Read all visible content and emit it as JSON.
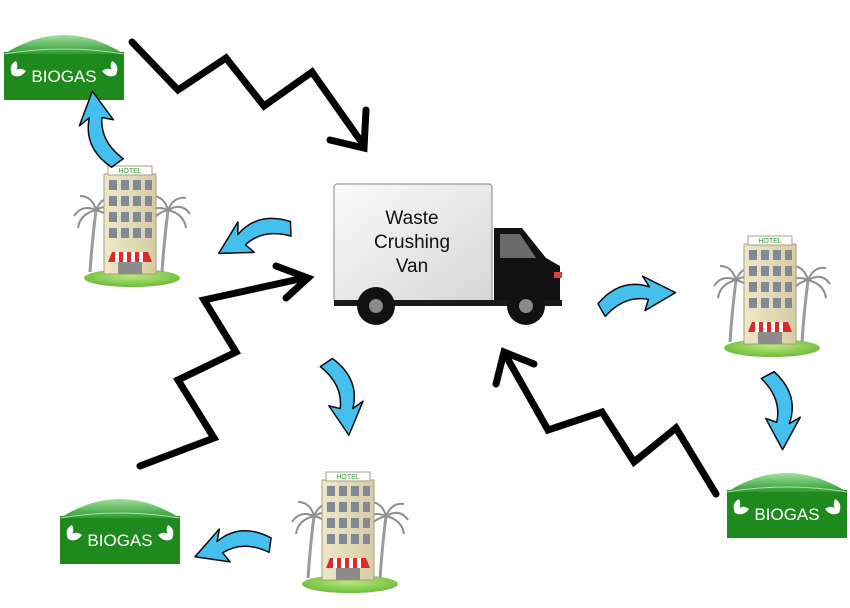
{
  "truck": {
    "label_lines": [
      "Waste",
      "Crushing",
      "Van"
    ]
  },
  "biogas": [
    {
      "label": "BIOGAS"
    },
    {
      "label": "BIOGAS"
    },
    {
      "label": "BIOGAS"
    }
  ],
  "hotels": [
    {
      "sign": "HOTEL"
    },
    {
      "sign": "HOTEL"
    },
    {
      "sign": "HOTEL"
    }
  ],
  "colors": {
    "biogas_green": "#1e8a1e",
    "biogas_dome": "#6cbf6c",
    "blue_arrow": "#45c0ee",
    "black_arrow": "#000000",
    "grass": "#8fd14f"
  }
}
